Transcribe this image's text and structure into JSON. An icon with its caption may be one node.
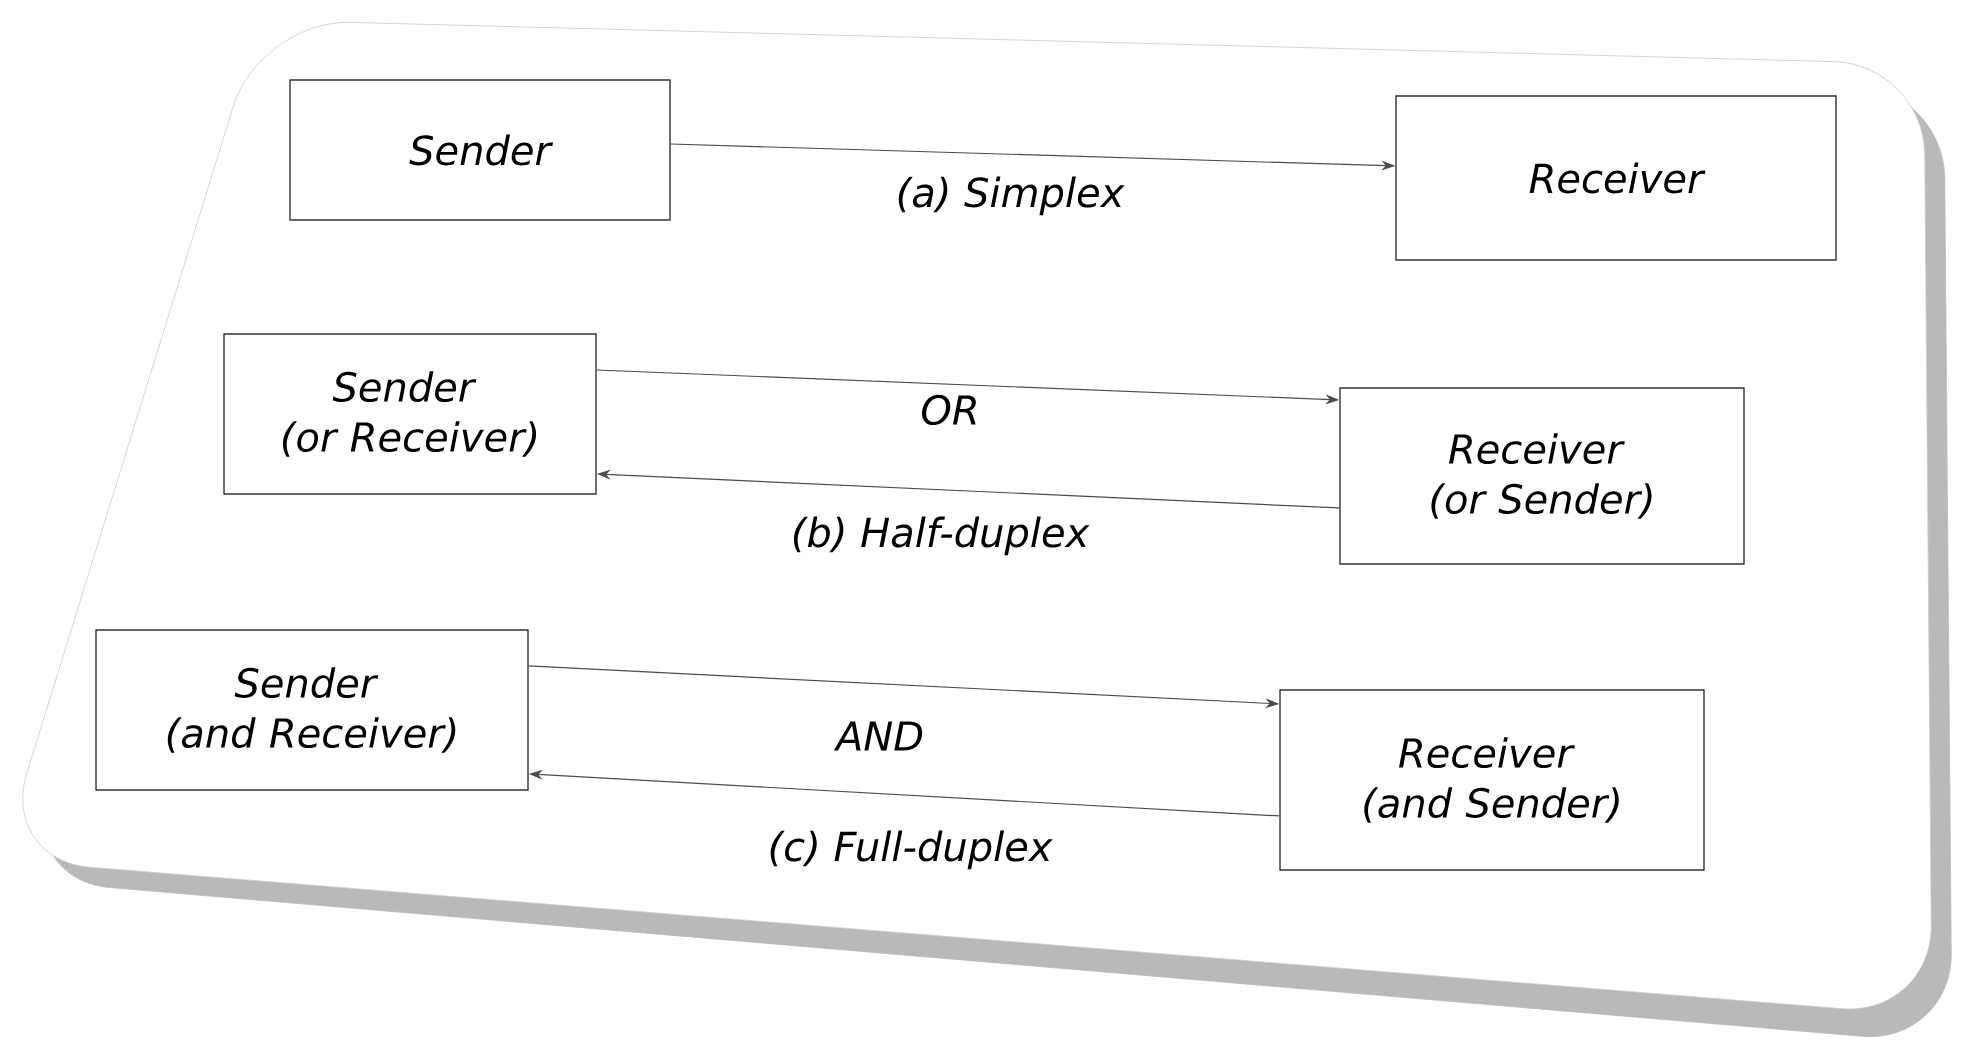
{
  "diagram": {
    "nodes": [
      {
        "text": [
          "Sender"
        ]
      },
      {
        "text": [
          "Receiver"
        ]
      },
      {
        "text": [
          "Sender (or Receiver)"
        ]
      },
      {
        "text": [
          "Receiver (or Sender)"
        ]
      },
      {
        "text": [
          "Sender (and Receiver)"
        ]
      },
      {
        "text": [
          "Receiver (and Sender)"
        ]
      }
    ],
    "edges": [
      {
        "from": 0,
        "to": 1,
        "arrow": "to"
      },
      {
        "from": 2,
        "to": 3,
        "arrow": "to"
      },
      {
        "from": 3,
        "to": 2,
        "arrow": "to"
      },
      {
        "from": 4,
        "to": 5,
        "arrow": "to"
      },
      {
        "from": 5,
        "to": 4,
        "arrow": "to"
      }
    ],
    "labels": [
      "(a) Simplex",
      "OR",
      "(b) Half-duplex",
      "AND",
      "(c) Full-duplex"
    ]
  }
}
